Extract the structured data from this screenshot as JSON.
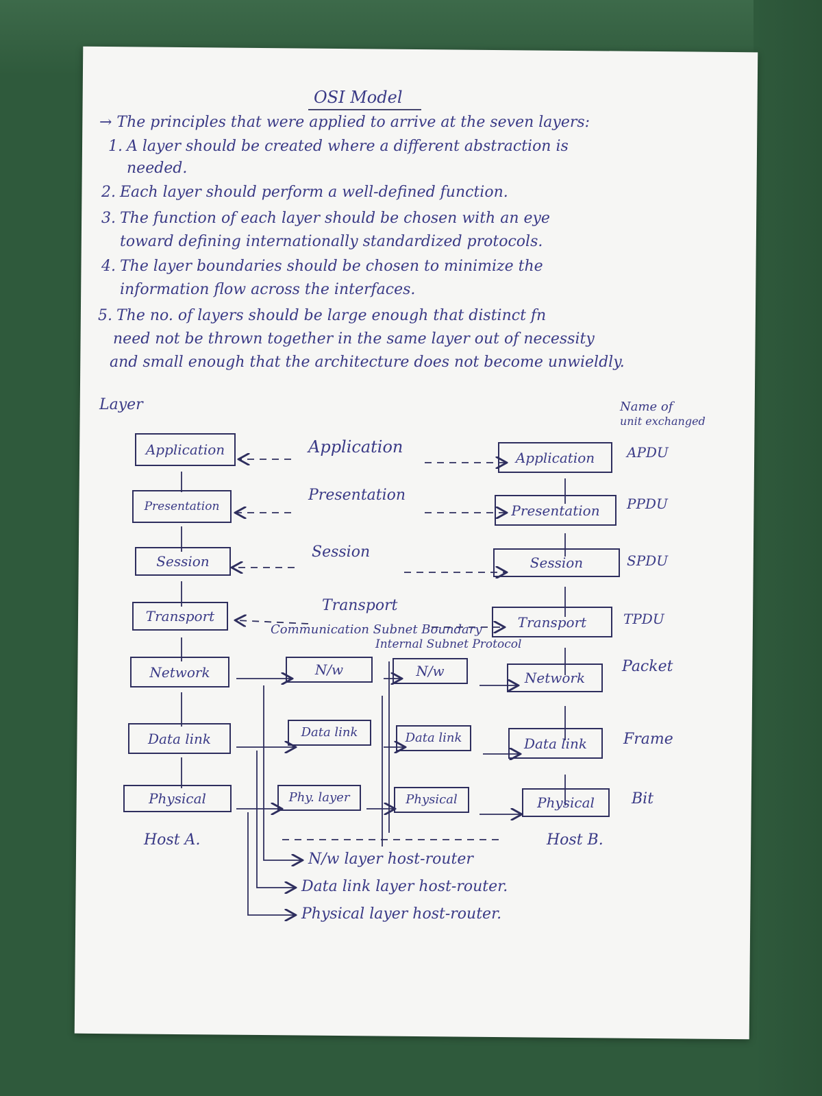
{
  "title": "OSI Model",
  "intro": "→ The principles that were applied to arrive at the seven layers:",
  "principles": [
    {
      "num": "1.",
      "lines": [
        "A layer should be created where a different abstraction is",
        "needed."
      ]
    },
    {
      "num": "2.",
      "lines": [
        "Each layer should perform a well-defined function."
      ]
    },
    {
      "num": "3.",
      "lines": [
        "The function of each layer should be chosen with an eye",
        "toward defining internationally standardized protocols."
      ]
    },
    {
      "num": "4.",
      "lines": [
        "The layer boundaries should be chosen to minimize the",
        "information flow across the interfaces."
      ]
    },
    {
      "num": "5.",
      "lines": [
        "The no. of layers should be large enough that distinct fn",
        "need not be thrown together in the same layer out of necessity",
        "and small enough that the architecture does not become unwieldly."
      ]
    }
  ],
  "diagram": {
    "layer_heading": "Layer",
    "unit_heading": [
      "Name of",
      "unit exchanged"
    ],
    "host_a_layers": [
      "Application",
      "Presentation",
      "Session",
      "Transport",
      "Network",
      "Data link",
      "Physical"
    ],
    "protocol_labels": [
      "Application",
      "Presentation",
      "Session",
      "Transport"
    ],
    "host_b_layers": [
      "Application",
      "Presentation",
      "Session",
      "Transport",
      "Network",
      "Data link",
      "Physical"
    ],
    "units": [
      "APDU",
      "PPDU",
      "SPDU",
      "TPDU",
      "Packet",
      "Frame",
      "Bit"
    ],
    "subnet_boundary": "Communication Subnet Boundary",
    "internal_protocol": "Internal Subnet Protocol",
    "router1": [
      "N/w",
      "Data link",
      "Phy. layer"
    ],
    "router2": [
      "N/w",
      "Data link",
      "Physical"
    ],
    "host_a_label": "Host A.",
    "host_b_label": "Host B.",
    "notes": [
      "N/w layer host-router",
      "Data link layer host-router.",
      "Physical layer host-router."
    ]
  }
}
